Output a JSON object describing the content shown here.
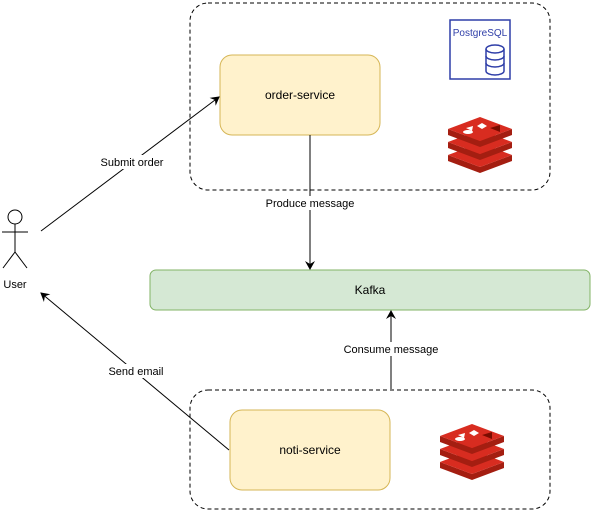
{
  "actor": {
    "label": "User"
  },
  "nodes": {
    "order_service": {
      "label": "order-service"
    },
    "kafka": {
      "label": "Kafka"
    },
    "noti_service": {
      "label": "noti-service"
    }
  },
  "icons": {
    "postgres": {
      "label": "PostgreSQL",
      "color": "#2f3ea8"
    },
    "redis_color": "#c6302b"
  },
  "edges": {
    "submit_order": "Submit order",
    "produce_message": "Produce message",
    "consume_message": "Consume message",
    "send_email": "Send email"
  },
  "colors": {
    "service_fill": "#fff2cc",
    "service_stroke": "#d6b656",
    "kafka_fill": "#d5e8d4",
    "kafka_stroke": "#82b366"
  }
}
